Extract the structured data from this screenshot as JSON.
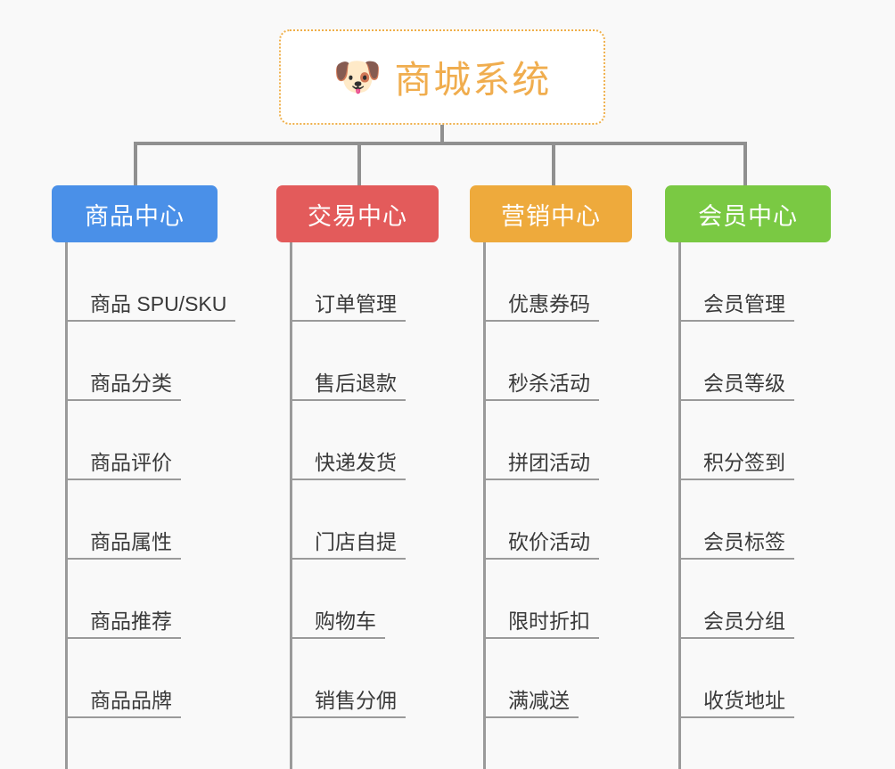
{
  "root": {
    "icon": "dog-face-emoji",
    "icon_glyph": "🐶",
    "title": "商城系统",
    "border_color": "#efaf49",
    "text_color": "#f0ad4e",
    "background": "#ffffff"
  },
  "canvas": {
    "background": "#f9f9f9",
    "connector_color": "#909090"
  },
  "columns": [
    {
      "title": "商品中心",
      "color": "#4a90e8",
      "items": [
        "商品 SPU/SKU",
        "商品分类",
        "商品评价",
        "商品属性",
        "商品推荐",
        "商品品牌"
      ]
    },
    {
      "title": "交易中心",
      "color": "#e35b5b",
      "items": [
        "订单管理",
        "售后退款",
        "快递发货",
        "门店自提",
        "购物车",
        "销售分佣"
      ]
    },
    {
      "title": "营销中心",
      "color": "#eeaa3c",
      "items": [
        "优惠券码",
        "秒杀活动",
        "拼团活动",
        "砍价活动",
        "限时折扣",
        "满减送"
      ]
    },
    {
      "title": "会员中心",
      "color": "#7ac943",
      "items": [
        "会员管理",
        "会员等级",
        "积分签到",
        "会员标签",
        "会员分组",
        "收货地址"
      ]
    }
  ]
}
